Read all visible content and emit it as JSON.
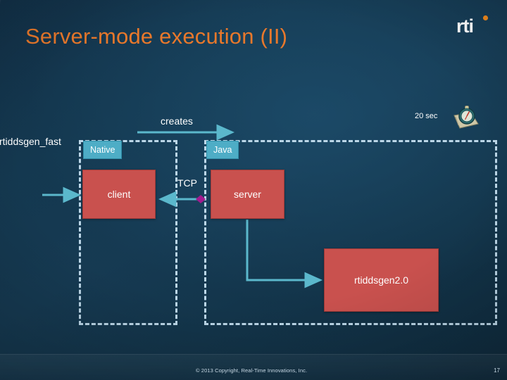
{
  "slide": {
    "title": "Server-mode execution (II)",
    "brand_logo_text": "rti",
    "accent_color": "#e8782b",
    "background_color": "#14384f"
  },
  "diagram": {
    "groups": [
      {
        "name": "native-group",
        "tag": "Native"
      },
      {
        "name": "java-group",
        "tag": "Java"
      }
    ],
    "boxes": [
      {
        "name": "client-box",
        "label": "client",
        "color": "#c9514e"
      },
      {
        "name": "server-box",
        "label": "server",
        "color": "#c9514e"
      },
      {
        "name": "rtiddsgen2-box",
        "label": "rtiddsgen2.0",
        "color": "#c9514e"
      }
    ],
    "labels": {
      "left_process": "rtiddsgen_fast",
      "creates": "creates",
      "transport": "TCP",
      "duration": "20 sec"
    },
    "icons": {
      "timer": "stopwatch-icon",
      "connector_marker": "diamond-marker",
      "marker_color": "#a21a8f"
    },
    "arrow_color": "#5bb8cc"
  },
  "footer": {
    "copyright": "© 2013 Copyright, Real-Time Innovations, Inc.",
    "page_number": "17"
  }
}
